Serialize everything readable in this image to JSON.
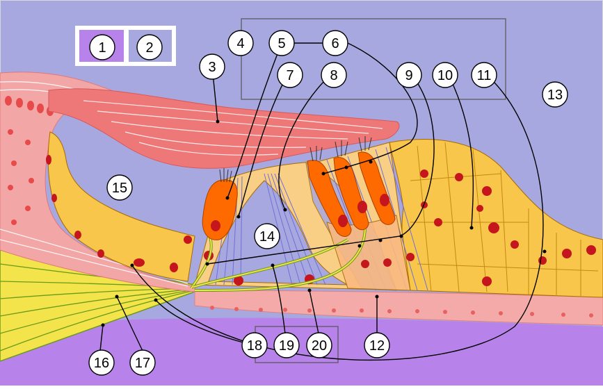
{
  "labels": {
    "l1": "1",
    "l2": "2",
    "l3": "3",
    "l4": "4",
    "l5": "5",
    "l6": "6",
    "l7": "7",
    "l8": "8",
    "l9": "9",
    "l10": "10",
    "l11": "11",
    "l12": "12",
    "l13": "13",
    "l14": "14",
    "l15": "15",
    "l16": "16",
    "l17": "17",
    "l18": "18",
    "l19": "19",
    "l20": "20"
  },
  "colors": {
    "background": "#a6a6de",
    "perilymph_purple": "#b07fe6",
    "muscle_red": "#ee7777",
    "bone_pink": "#f0a8a8",
    "cell_yellow": "#f8c64a",
    "hair_cell_orange": "#ff6a00",
    "nucleus_red": "#c4161c",
    "nerve_yellow": "#f5e84a",
    "nerve_green": "#6a9a1a",
    "fiber_blue": "#6f6fd6",
    "line": "#000000"
  }
}
